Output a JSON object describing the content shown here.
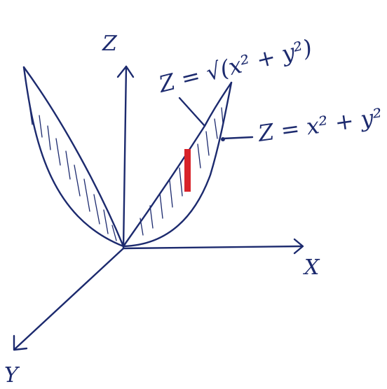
{
  "axes": {
    "z_label": "Z",
    "x_label": "X",
    "y_label": "Y"
  },
  "equations": {
    "upper_surface": "Z = √(x² + y²)",
    "lower_surface": "Z = x² + y²"
  },
  "colors": {
    "ink": "#1c2a6e",
    "highlight": "#d8232a",
    "background": "#ffffff"
  }
}
